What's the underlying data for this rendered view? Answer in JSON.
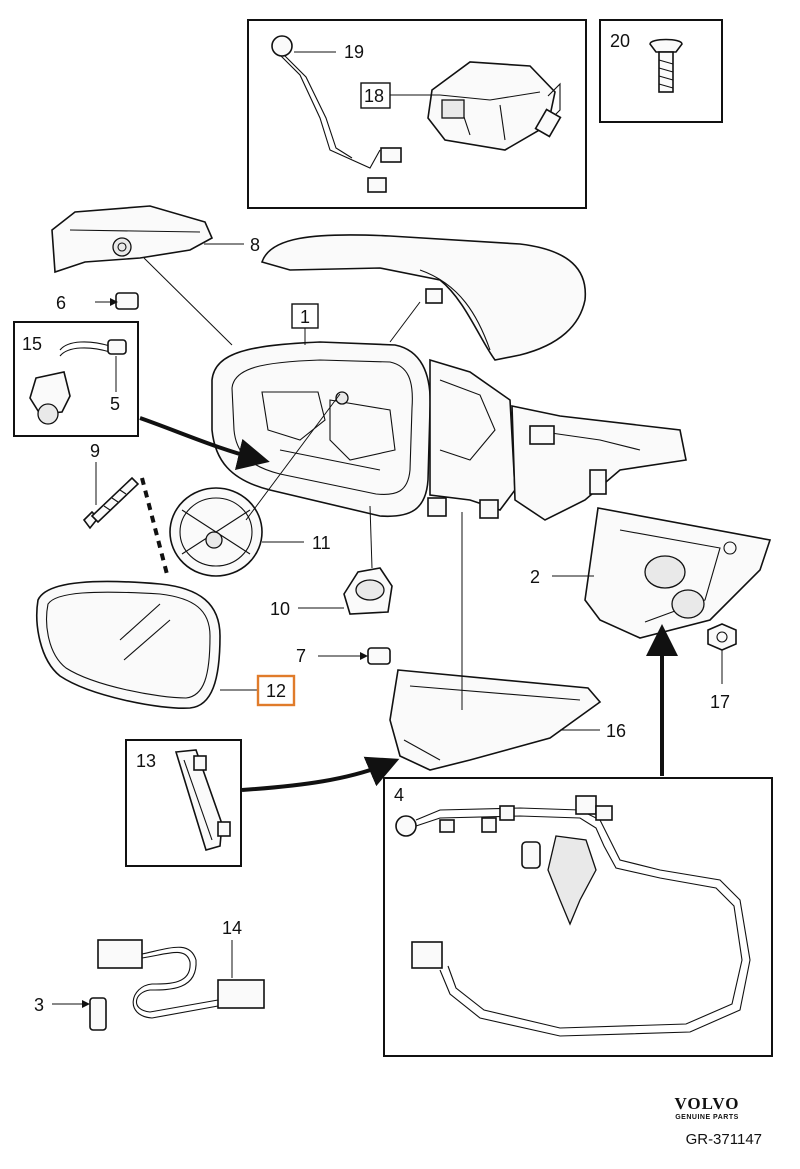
{
  "callouts": {
    "c1": "1",
    "c2": "2",
    "c3": "3",
    "c4": "4",
    "c5": "5",
    "c6": "6",
    "c7": "7",
    "c8": "8",
    "c9": "9",
    "c10": "10",
    "c11": "11",
    "c12": "12",
    "c13": "13",
    "c14": "14",
    "c15": "15",
    "c16": "16",
    "c17": "17",
    "c18": "18",
    "c19": "19",
    "c20": "20"
  },
  "highlight_color": "#e07b2a",
  "brand": {
    "name": "VOLVO",
    "subtitle": "GENUINE PARTS"
  },
  "reference": "GR-371147"
}
